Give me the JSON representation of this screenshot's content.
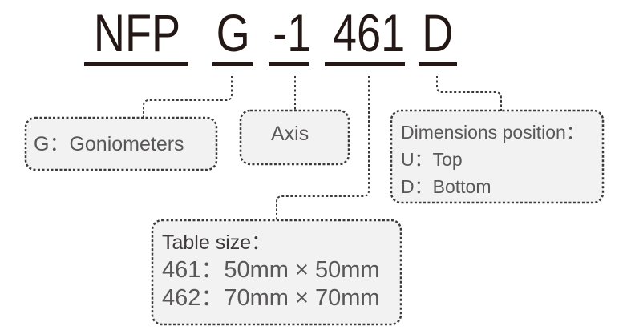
{
  "code": {
    "segments": [
      "NFP",
      "G",
      "-1",
      "461",
      "D"
    ]
  },
  "boxes": {
    "type": {
      "text": "G：Goniometers"
    },
    "axis": {
      "text": "Axis"
    },
    "dimensions": {
      "title": "Dimensions position：",
      "lines": [
        "U：Top",
        "D：Bottom"
      ]
    },
    "table": {
      "title": "Table size：",
      "lines": [
        "461：50mm × 50mm",
        "462：70mm × 70mm"
      ]
    }
  },
  "colors": {
    "text_dark": "#231815",
    "text_gray": "#595757",
    "box_fill": "#f2f2f2",
    "dash": "#3e3a39"
  }
}
